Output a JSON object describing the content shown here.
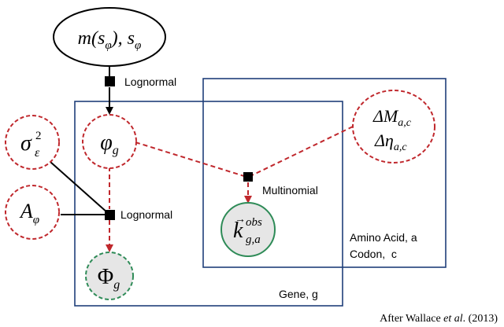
{
  "nodes": {
    "hyper": {
      "text": "m(s",
      "sub1": "φ",
      "mid": "), s",
      "sub2": "φ"
    },
    "phi": {
      "base": "φ",
      "sub": "g"
    },
    "sigma": {
      "base": "σ",
      "sup": "2",
      "sub": "ε"
    },
    "A": {
      "base": "A",
      "sub": "φ"
    },
    "Phi": {
      "base": "Φ",
      "sub": "g"
    },
    "k": {
      "arrow": "→",
      "base": "k",
      "sup": "obs",
      "sub": "g,a"
    },
    "deltaM": {
      "base": "ΔM",
      "sub": "a,c"
    },
    "deltaEta": {
      "base": "Δη",
      "sub": "a,c"
    }
  },
  "factors": {
    "top": "Lognormal",
    "bottom": "Lognormal",
    "multinomial": "Multinomial"
  },
  "plates": {
    "gene": "Gene, g",
    "amino_line1": "Amino Acid, a",
    "amino_line2": "Codon,  c"
  },
  "credit": {
    "prefix": "After Wallace ",
    "etal": "et al",
    "suffix": ". (2013)"
  },
  "colors": {
    "plate": "#1f3f7a",
    "dashed_red": "#c0282d",
    "dashed_green": "#2e8b57",
    "observed_fill": "#e6e6e6",
    "factor": "#000000"
  }
}
